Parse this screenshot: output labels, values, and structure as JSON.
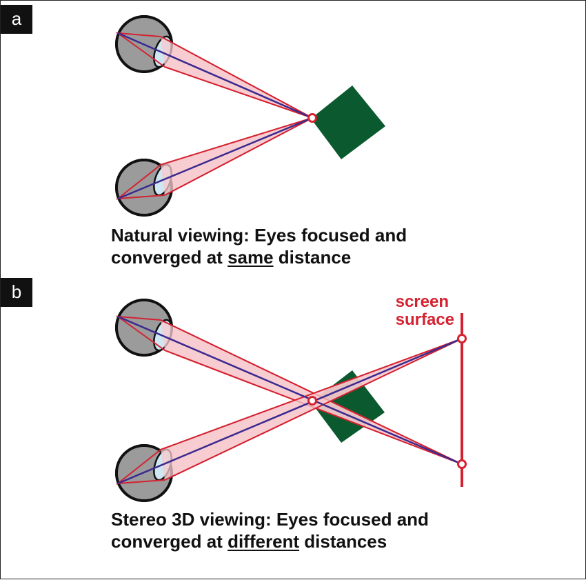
{
  "panels": {
    "a": {
      "label": "a",
      "caption": {
        "line1": "Natural viewing: Eyes focused and",
        "line2_prefix": "converged at ",
        "line2_emphasis": "same",
        "line2_suffix": " distance"
      }
    },
    "b": {
      "label": "b",
      "caption": {
        "line1": "Stereo 3D viewing: Eyes focused and",
        "line2_prefix": "converged at ",
        "line2_emphasis": "different",
        "line2_suffix": " distances"
      },
      "screen_label": [
        "screen",
        "surface"
      ]
    }
  },
  "colors": {
    "ray": "#d42231",
    "axis": "#3b2a8f",
    "cone_fill": "#f7c9cd",
    "eye_fill": "#9b9b9b",
    "eye_outline": "#111111",
    "lens_fill": "#cfe6f3",
    "object": "#0b5a2f",
    "screen": "#d42231",
    "label_bg": "#111111"
  }
}
